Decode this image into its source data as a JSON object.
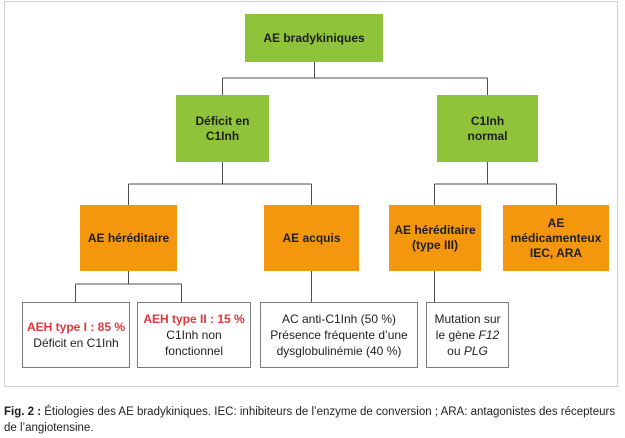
{
  "root": {
    "label": "AE bradykiniques"
  },
  "level1": [
    {
      "label": "Déficit en C1Inh"
    },
    {
      "label": "C1Inh normal"
    }
  ],
  "level2": [
    {
      "label": "AE héréditaire"
    },
    {
      "label": "AE acquis"
    },
    {
      "label": "AE héréditaire (type III)"
    },
    {
      "label": "AE médicamenteux IEC, ARA"
    }
  ],
  "leaves": [
    {
      "highlight": "AEH type I : 85 %",
      "text": "Déficit en C1Inh"
    },
    {
      "highlight": "AEH type II : 15 %",
      "text": "C1Inh non fonctionnel"
    },
    {
      "text": "AC anti-C1Inh (50 %) Présence fréquente d’une dysglobulinémie (40 %)"
    },
    {
      "text_pre": "Mutation sur le gène ",
      "gene1": "F12",
      "text_mid": " ou ",
      "gene2": "PLG"
    }
  ],
  "caption": {
    "label": "Fig. 2 :",
    "text": " Étiologies des AE bradykiniques. IEC: inhibiteurs de l’enzyme de conversion ; ARA: antagonistes des récepteurs de l’angiotensine."
  },
  "colors": {
    "green": "#8fc43a",
    "orange": "#f4970f",
    "highlight_red": "#e0363c",
    "line": "#4d4d4d"
  }
}
